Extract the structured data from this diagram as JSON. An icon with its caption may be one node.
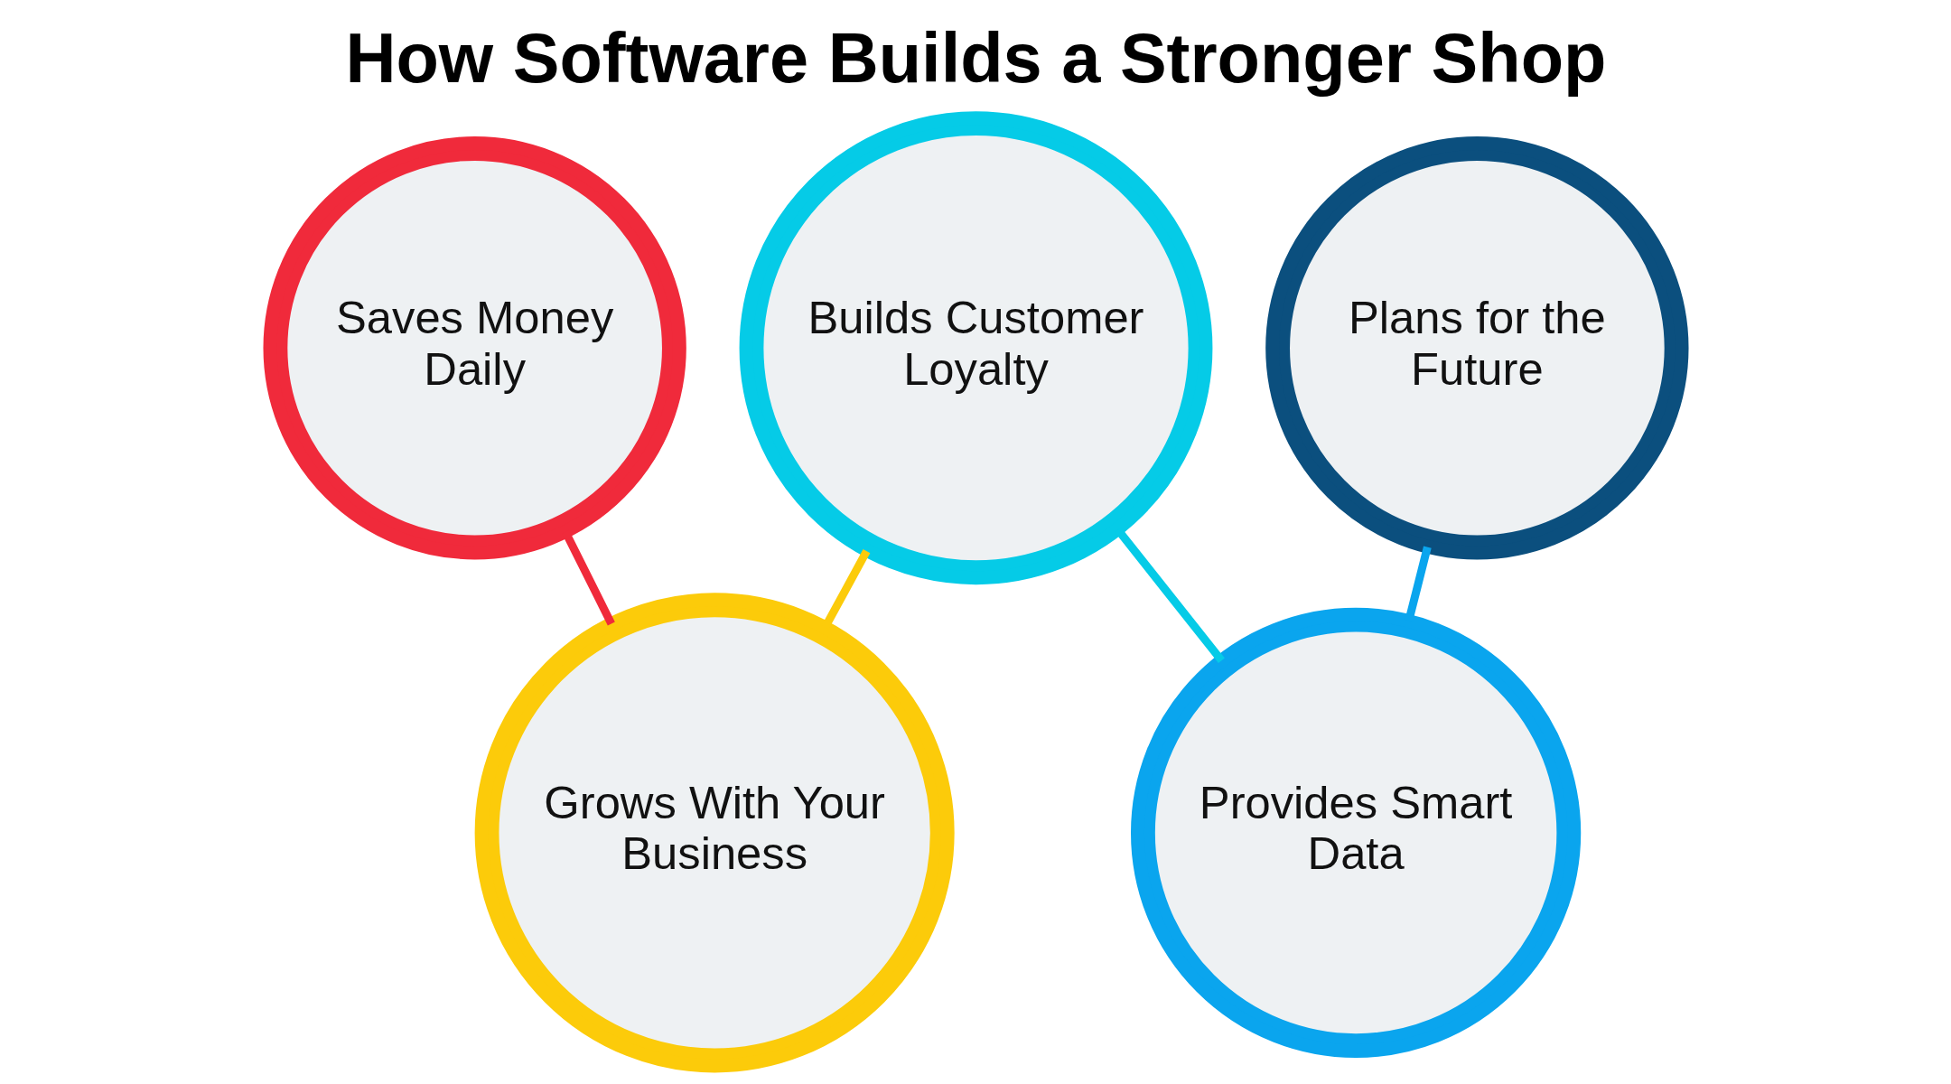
{
  "diagram": {
    "title": "How Software Builds a Stronger Shop",
    "nodes": [
      {
        "text": [
          "Saves Money Daily"
        ]
      },
      {
        "text": [
          "Grows With Your Business"
        ]
      },
      {
        "text": [
          "Builds Customer Loyalty"
        ]
      },
      {
        "text": [
          "Provides Smart Data"
        ]
      },
      {
        "text": [
          "Plans for the Future"
        ]
      }
    ],
    "edges": [
      {
        "from": 0,
        "to": 1,
        "arrow": "none",
        "color": "#f02a3b"
      },
      {
        "from": 1,
        "to": 2,
        "arrow": "none",
        "color": "#fccb0a"
      },
      {
        "from": 2,
        "to": 3,
        "arrow": "none",
        "color": "#05cbe7"
      },
      {
        "from": 3,
        "to": 4,
        "arrow": "none",
        "color": "#0aa5ee"
      }
    ]
  }
}
